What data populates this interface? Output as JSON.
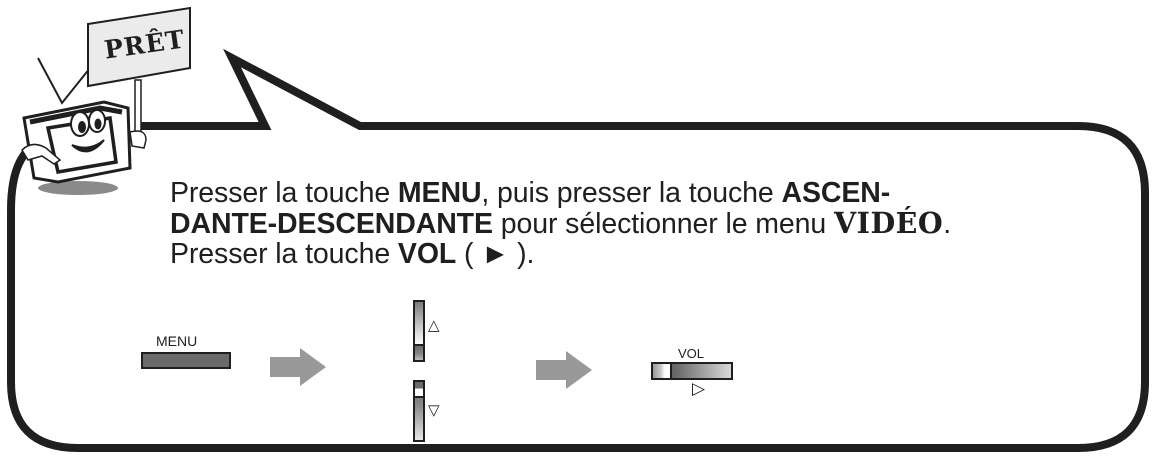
{
  "sign": {
    "label": "PRÊT"
  },
  "instructions": {
    "line1": {
      "t1": "Presser la touche ",
      "b1": "MENU",
      "t2": ", puis presser la touche ",
      "b2": "ASCEN-"
    },
    "line2": {
      "b1": "DANTE-DESCENDANTE",
      "t1": " pour sélectionner le menu ",
      "b2": "VIDÉO",
      "t2": "."
    },
    "line3": {
      "t1": "Presser la touche ",
      "b1": "VOL",
      "t2": " ( ► )."
    }
  },
  "diagram": {
    "menu_key_label": "MENU",
    "up_symbol": "△",
    "down_symbol": "▽",
    "vol_label": "VOL",
    "vol_symbol": "▷",
    "icons": [
      "menu-key",
      "arrow-right",
      "up-down-keys",
      "arrow-right",
      "vol-slider"
    ]
  },
  "colors": {
    "outline": "#1f1f1f",
    "arrow_gray": "#999999",
    "key_gray": "#6a6a6a",
    "sign_fill": "#ebebeb"
  }
}
